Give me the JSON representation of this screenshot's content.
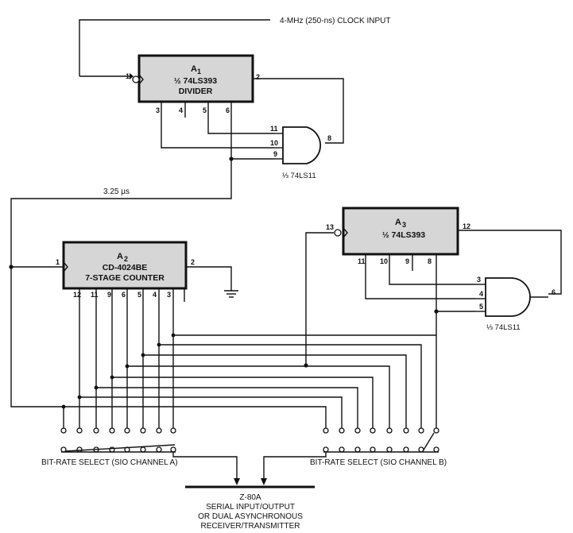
{
  "clock_input": "4-MHz (250-ns) CLOCK INPUT",
  "period_label": "3.25 µs",
  "a1": {
    "name": "A",
    "sub": "1",
    "part": "½ 74LS393",
    "function": "DIVIDER",
    "pins": {
      "p1": "1",
      "p2": "2",
      "p3": "3",
      "p4": "4",
      "p5": "5",
      "p6": "6"
    }
  },
  "gate1": {
    "label": "⅓ 74LS11",
    "pins": {
      "p11": "11",
      "p10": "10",
      "p9": "9",
      "p8": "8"
    }
  },
  "a2": {
    "name": "A",
    "sub": "2",
    "part": "CD-4024BE",
    "function": "7-STAGE COUNTER",
    "pins": {
      "p1": "1",
      "p2": "2",
      "p12": "12",
      "p11": "11",
      "p9": "9",
      "p6": "6",
      "p5": "5",
      "p4": "4",
      "p3": "3"
    }
  },
  "a3": {
    "name": "A",
    "sub": "3",
    "part": "½ 74LS393",
    "pins": {
      "p13": "13",
      "p12": "12",
      "p11": "11",
      "p10": "10",
      "p9": "9",
      "p8": "8"
    }
  },
  "gate2": {
    "label": "⅓ 74LS11",
    "pins": {
      "p3": "3",
      "p4": "4",
      "p5": "5",
      "p6": "6"
    }
  },
  "select_a": "BIT-RATE SELECT (SIO CHANNEL A)",
  "select_b": "BIT-RATE SELECT (SIO CHANNEL B)",
  "footer": {
    "line1": "Z-80A",
    "line2": "SERIAL INPUT/OUTPUT",
    "line3": "OR DUAL ASYNCHRONOUS",
    "line4": "RECEIVER/TRANSMITTER"
  },
  "colors": {
    "ink": "#111111",
    "chip_fill": "#d6d6d6",
    "paper": "#ffffff"
  }
}
